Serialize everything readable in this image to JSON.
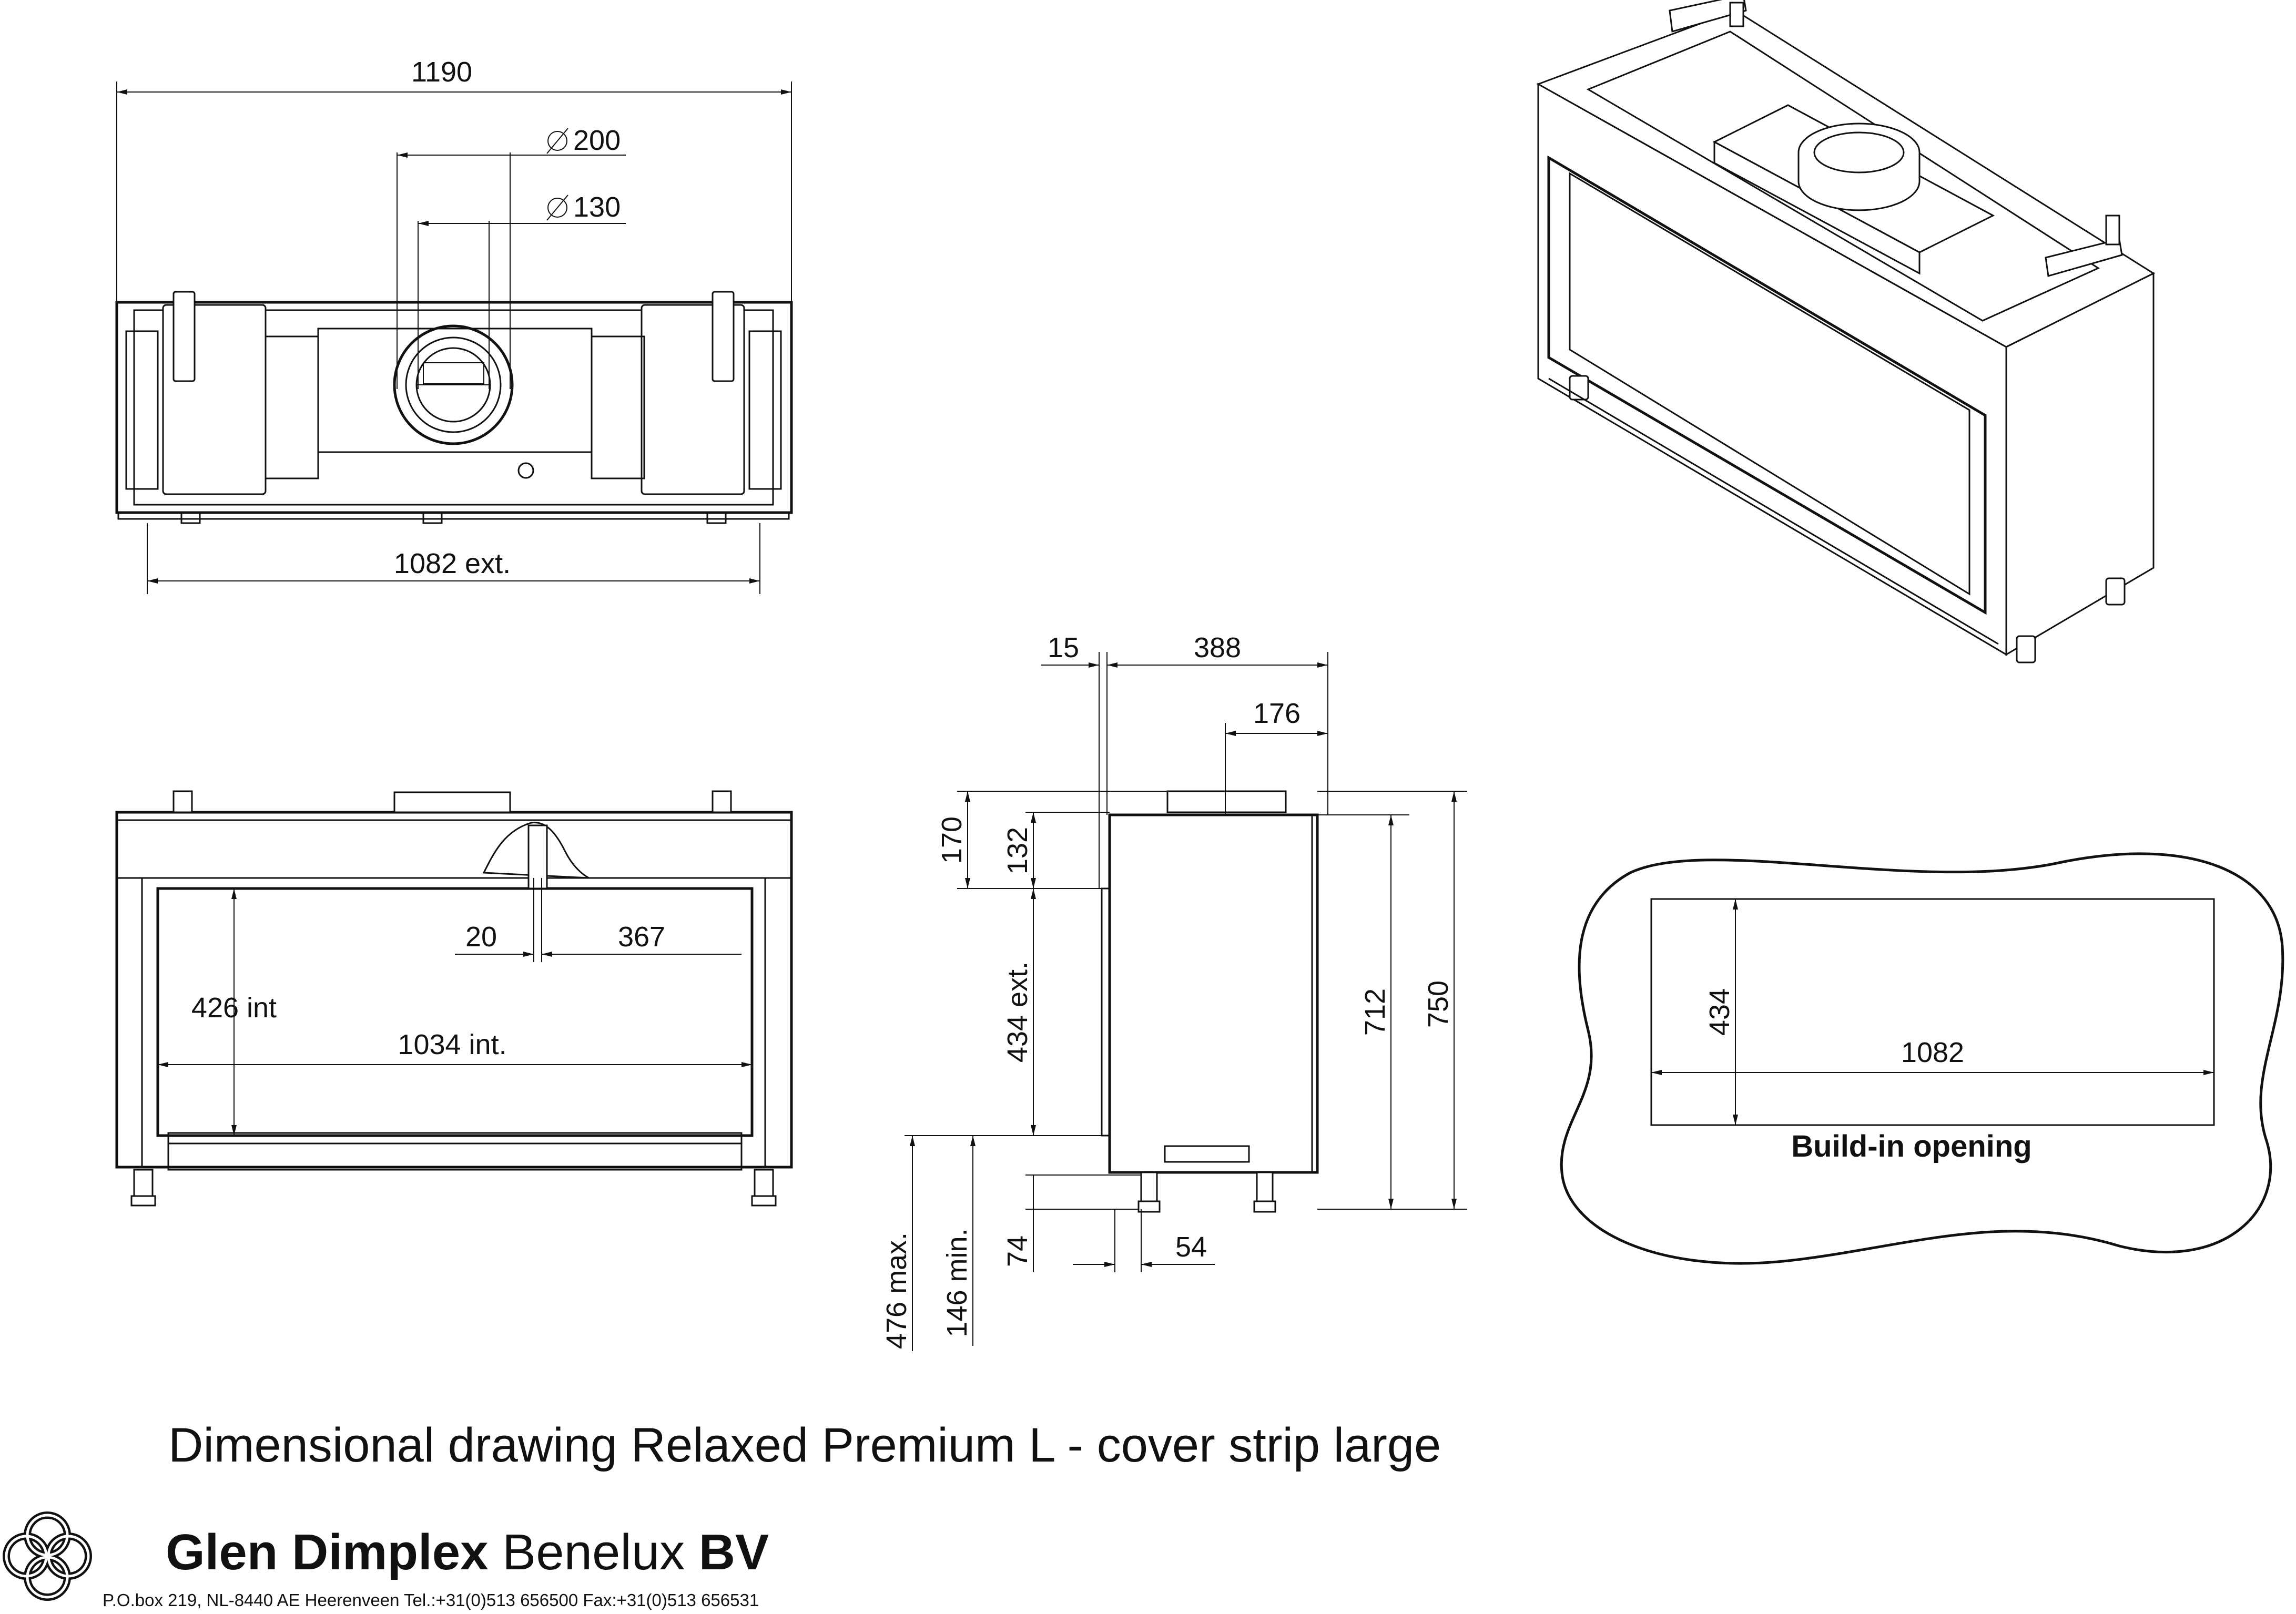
{
  "front_top_view": {
    "dim_width": "1190",
    "dim_outer_dia": "200",
    "dim_inner_dia": "130",
    "dim_ext_width": "1082 ext."
  },
  "front_view": {
    "dim_offset": "20",
    "dim_offset_right": "367",
    "dim_int_height": "426 int",
    "dim_int_width": "1034 int."
  },
  "side_view": {
    "dim_15": "15",
    "dim_388": "388",
    "dim_176": "176",
    "dim_170": "170",
    "dim_132": "132",
    "dim_434_ext": "434 ext.",
    "dim_712": "712",
    "dim_750": "750",
    "dim_74": "74",
    "dim_54": "54",
    "dim_476_max": "476 max.",
    "dim_146_min": "146 min."
  },
  "build_in_opening": {
    "dim_height": "434",
    "dim_width": "1082",
    "label": "Build-in opening"
  },
  "caption": "Dimensional drawing Relaxed Premium L - cover strip large",
  "company": {
    "name_bold_1": "Glen Dimplex",
    "name_regular": " Benelux ",
    "name_bold_2": "BV",
    "address": "P.O.box 219, NL-8440 AE Heerenveen Tel.:+31(0)513 656500  Fax:+31(0)513 656531"
  },
  "icons": {
    "logo": "celtic-knot-logo",
    "diameter": "diameter-symbol"
  }
}
